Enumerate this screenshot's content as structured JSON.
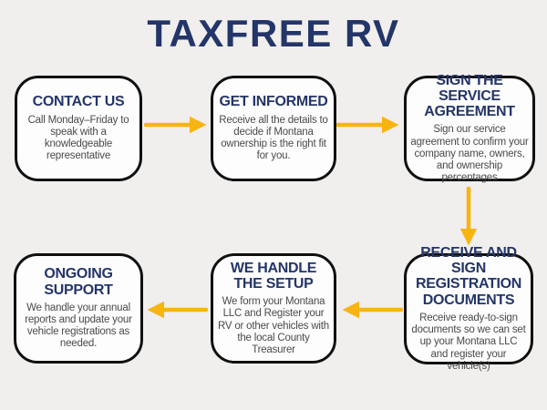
{
  "title": "TAXFREE RV",
  "colors": {
    "background": "#f0efed",
    "navy": "#243569",
    "body_text": "#4a4a4a",
    "arrow": "#f8b413",
    "box_border": "#101010",
    "box_bg": "#fdfdfd"
  },
  "steps": [
    {
      "id": "contact-us",
      "heading": "CONTACT US",
      "body": "Call Monday–Friday to speak with a knowledgeable representative"
    },
    {
      "id": "get-informed",
      "heading": "GET INFORMED",
      "body": "Receive all the details to decide if Montana ownership is the right fit for you."
    },
    {
      "id": "sign-the-service-agreement",
      "heading": "SIGN THE SERVICE AGREEMENT",
      "body": "Sign our service agreement to confirm your company name, owners, and ownership percentages"
    },
    {
      "id": "receive-and-sign-registration-documents",
      "heading": "RECEIVE AND SIGN REGISTRATION DOCUMENTS",
      "body": "Receive ready-to-sign documents so we can set up your Montana LLC and register your vehicle(s)"
    },
    {
      "id": "we-handle-the-setup",
      "heading": "WE HANDLE THE SETUP",
      "body": "We form your Montana LLC and Register your RV or other vehicles with the local County Treasurer"
    },
    {
      "id": "ongoing-support",
      "heading": "ONGOING SUPPORT",
      "body": "We handle your annual reports and update your vehicle registrations as needed."
    }
  ],
  "flow": {
    "arrows": [
      {
        "from": "contact-us",
        "to": "get-informed",
        "direction": "right"
      },
      {
        "from": "get-informed",
        "to": "sign-the-service-agreement",
        "direction": "right"
      },
      {
        "from": "sign-the-service-agreement",
        "to": "receive-and-sign-registration-documents",
        "direction": "down"
      },
      {
        "from": "receive-and-sign-registration-documents",
        "to": "we-handle-the-setup",
        "direction": "left"
      },
      {
        "from": "we-handle-the-setup",
        "to": "ongoing-support",
        "direction": "left"
      }
    ]
  }
}
